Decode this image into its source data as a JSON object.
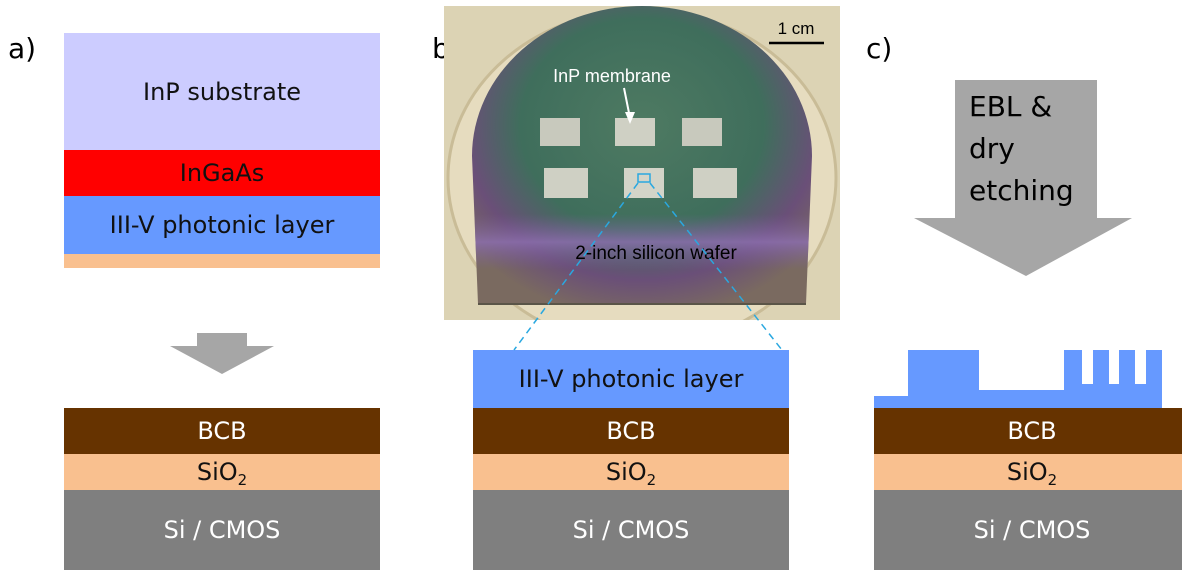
{
  "panels": {
    "a": {
      "label": "a)",
      "top_stack": [
        "InP substrate",
        "InGaAs",
        "III-V photonic layer"
      ],
      "bottom_stack": [
        "BCB",
        "SiO",
        "2",
        "Si / CMOS"
      ]
    },
    "b": {
      "label": "b)",
      "photo": {
        "scale_label": "1 cm",
        "membrane_label": "InP membrane",
        "wafer_label": "2-inch silicon wafer"
      },
      "bottom_stack": [
        "III-V photonic layer",
        "BCB",
        "SiO",
        "2",
        "Si / CMOS"
      ]
    },
    "c": {
      "label": "c)",
      "process_arrow": [
        "EBL &",
        "dry",
        "etching"
      ],
      "bottom_stack": [
        "BCB",
        "SiO",
        "2",
        "Si / CMOS"
      ]
    }
  },
  "colors": {
    "inp_substrate": "#ccccff",
    "ingaas": "#ff0000",
    "photonic_layer": "#6699ff",
    "sio2": "#f9c08f",
    "bcb": "#663300",
    "si_cmos": "#7f7f7f",
    "arrow": "#a6a6a6",
    "dashed_zoom": "#2aa8e0"
  }
}
